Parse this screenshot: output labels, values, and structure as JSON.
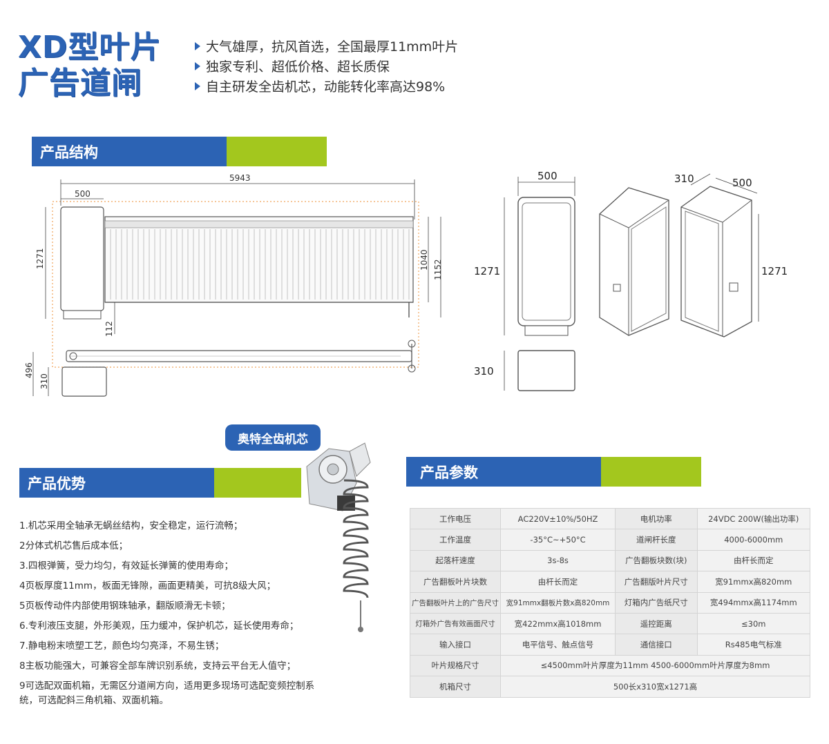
{
  "title": {
    "line1": "XD型叶片",
    "line2": "广告道闸"
  },
  "bullets": [
    "大气雄厚，抗风首选，全国最厚11mm叶片",
    "独家专利、超低价格、超长质保",
    "自主研发全齿机芯，动能转化率高达98%"
  ],
  "sections": {
    "structure": "产品结构",
    "advantages": "产品优势",
    "params": "产品参数"
  },
  "structure_dims": {
    "total_length": "5943",
    "cabinet_width": "500",
    "height": "1271",
    "panel_height": "1040",
    "total_height": "1152",
    "gap": "112",
    "top_depth": "496",
    "top_cabinet": "310",
    "front_width": "500",
    "front_height": "1271",
    "top_view_depth": "310",
    "iso_depth": "310",
    "iso_width": "500",
    "iso_height": "1271"
  },
  "motor_badge": "奥特全齿机芯",
  "advantages": [
    "1.机芯采用全轴承无蜗丝结构，安全稳定，运行流畅；",
    "2分体式机芯售后成本低；",
    "3.四根弹簧，受力均匀，有效延长弹簧的使用寿命；",
    "4页板厚度11mm，板面无锋隙，画面更精美，可抗8级大风；",
    "5页板传动件内部使用钢珠轴承，翻版顺滑无卡顿；",
    "6.专利液压支腿，外形美观，压力缓冲，保护机芯，延长使用寿命；",
    "7.静电粉末喷塑工艺，颜色均匀亮泽，不易生锈；",
    "8主板功能强大，可兼容全部车牌识别系统，支持云平台无人值守；",
    "9可选配双面机箱，无需区分道闸方向，适用更多现场可选配变频控制系统，可选配斜三角机箱、双面机箱。"
  ],
  "params": {
    "rows4": [
      [
        "工作电压",
        "AC220V±10%/50HZ",
        "电机功率",
        "24VDC 200W(输出功率)"
      ],
      [
        "工作温度",
        "-35°C~+50°C",
        "道闸杆长度",
        "4000-6000mm"
      ],
      [
        "起落杆速度",
        "3s-8s",
        "广告翻板块数(块)",
        "由杆长而定"
      ],
      [
        "广告翻板叶片块数",
        "由杆长而定",
        "广告翻版叶片尺寸",
        "宽91mmx高820mm"
      ],
      [
        "广告翻板叶片上的广告尺寸",
        "宽91mmx翻板片数x高820mm",
        "灯箱内广告纸尺寸",
        "宽494mmx高1174mm"
      ],
      [
        "灯箱外广告有效画面尺寸",
        "宽422mmx高1018mm",
        "遥控距离",
        "≤30m"
      ],
      [
        "输入接口",
        "电平信号、触点信号",
        "通信接口",
        "Rs485电气标准"
      ]
    ],
    "rows2": [
      [
        "叶片规格尺寸",
        "≤4500mm叶片厚度为11mm   4500-6000mm叶片厚度为8mm"
      ],
      [
        "机箱尺寸",
        "500长x310宽x1271高"
      ]
    ]
  }
}
